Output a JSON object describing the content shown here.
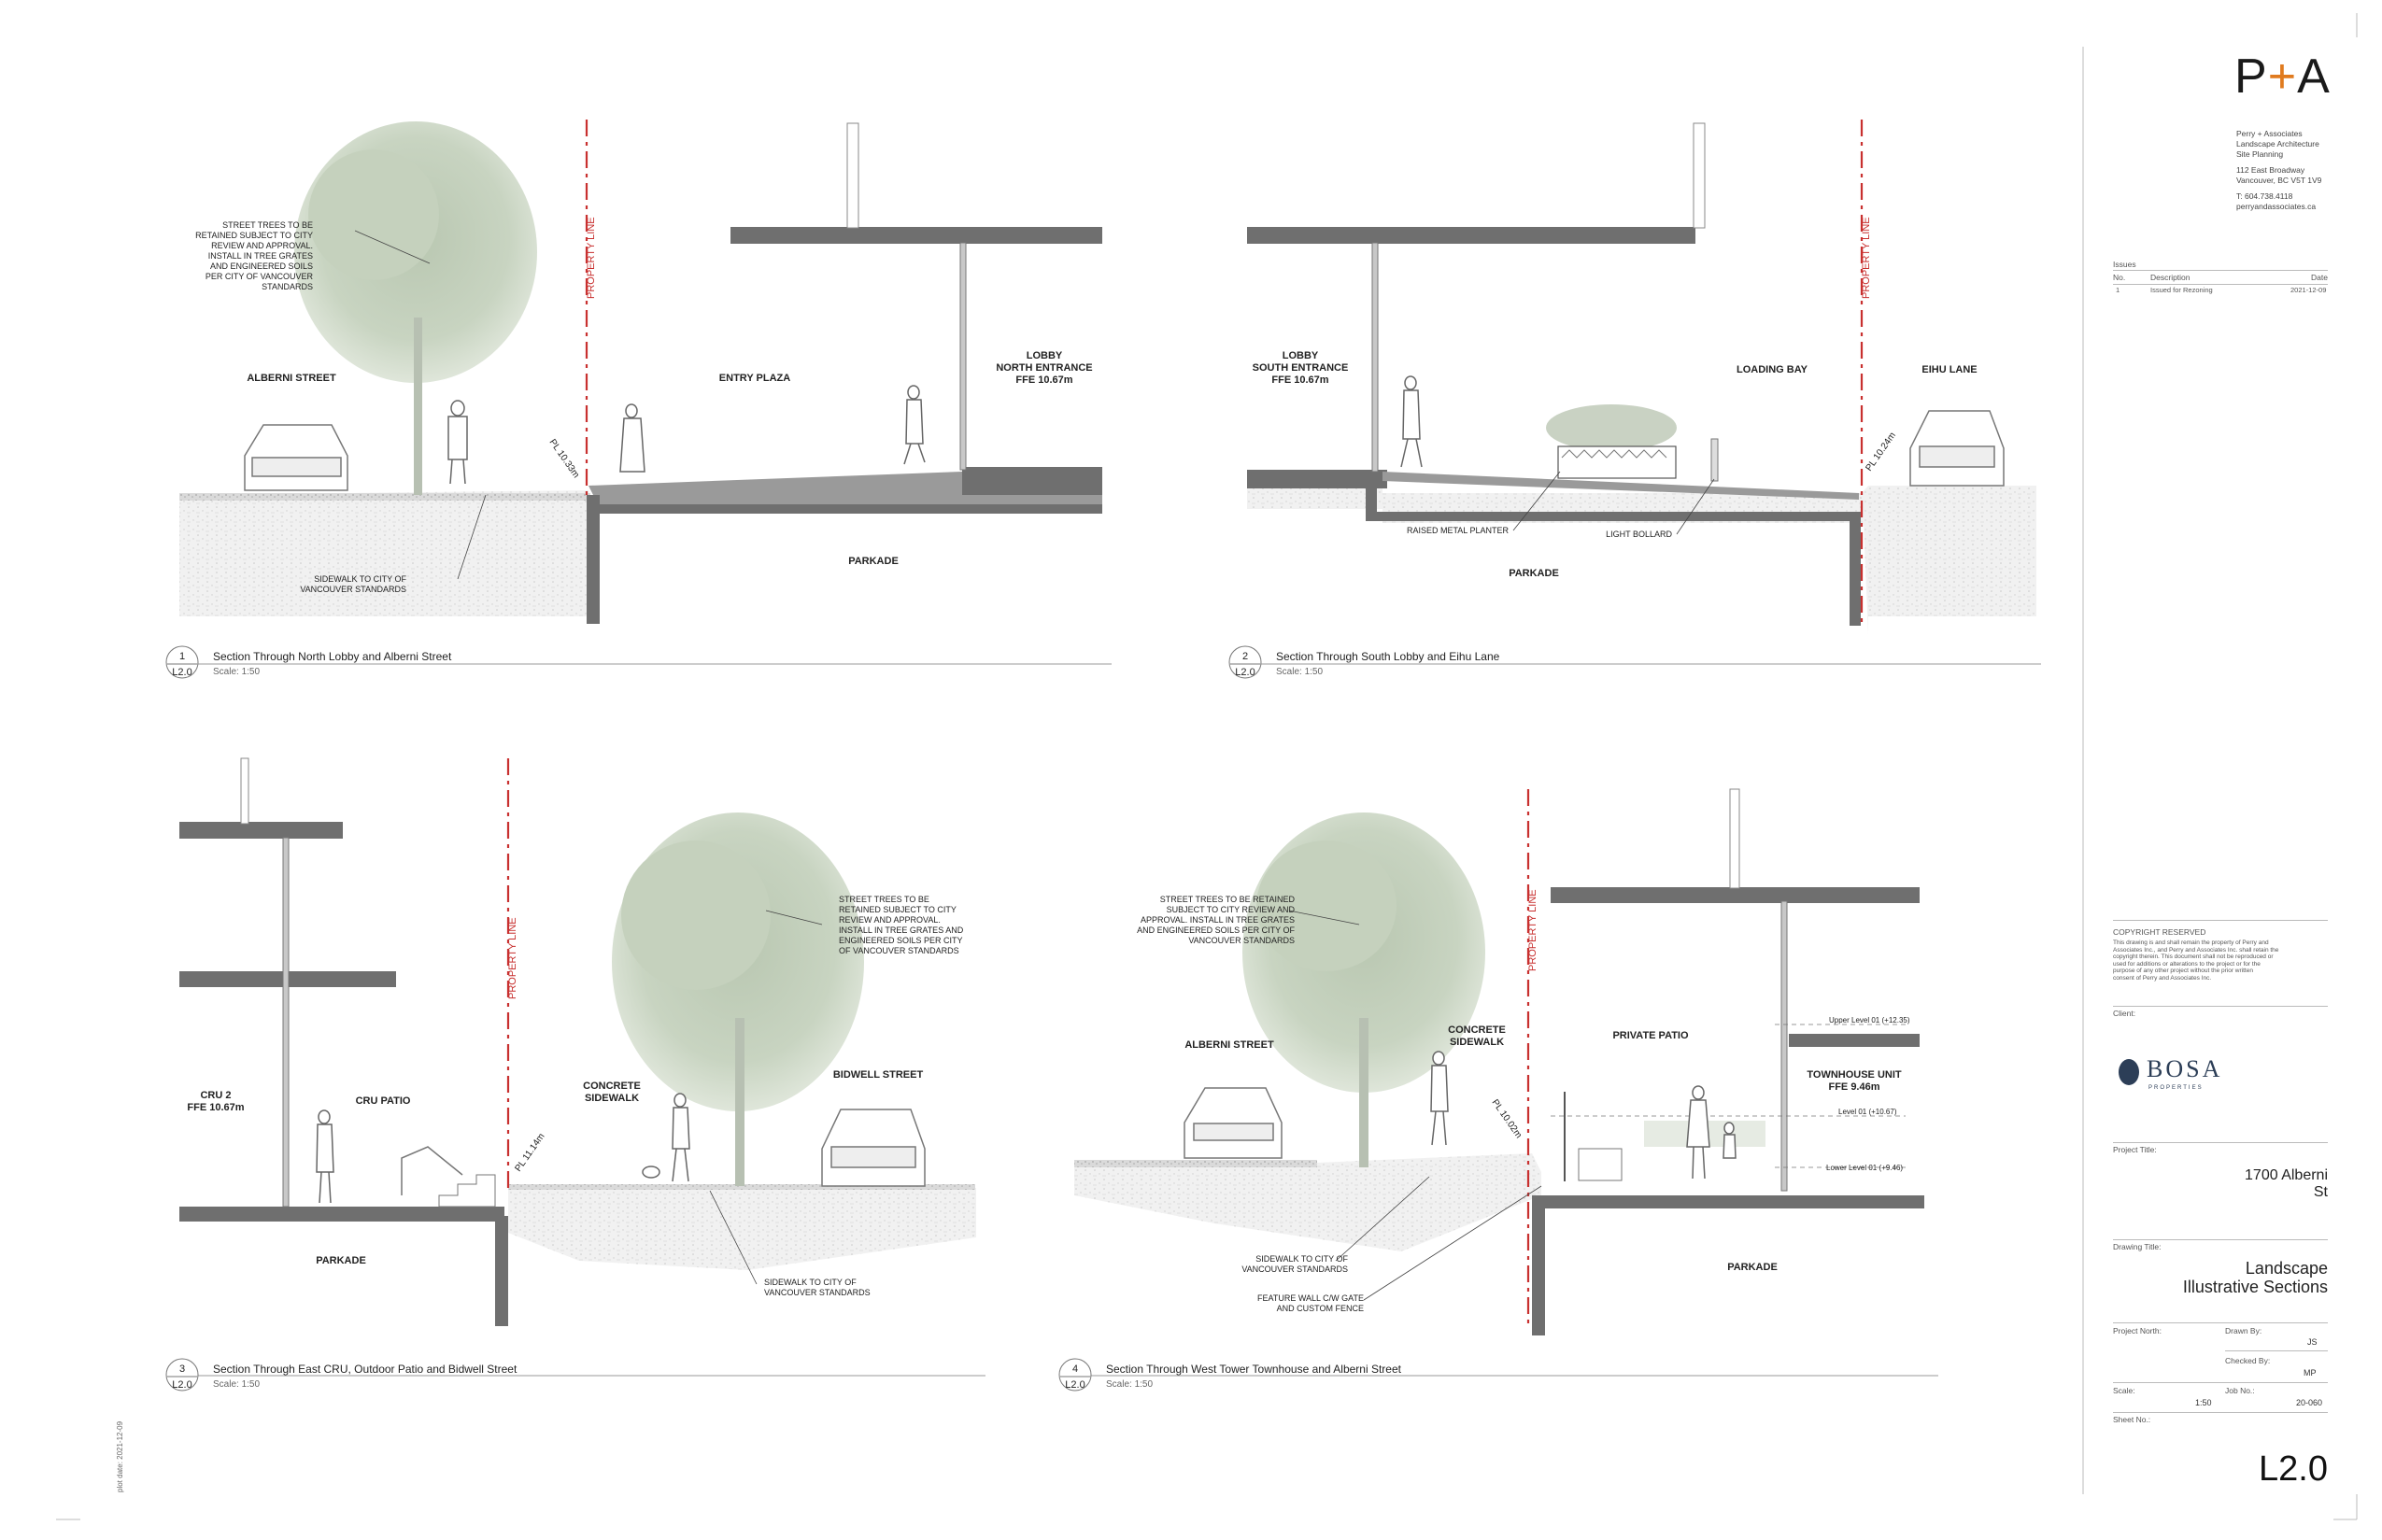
{
  "firm": {
    "logo_p": "P",
    "logo_plus": "+",
    "logo_a": "A",
    "lines": [
      "Perry + Associates",
      "Landscape Architecture",
      "Site Planning"
    ],
    "address": [
      "112 East Broadway",
      "Vancouver, BC V5T 1V9"
    ],
    "contact": [
      "T: 604.738.4118",
      "perryandassociates.ca"
    ]
  },
  "issues": {
    "heading": "Issues",
    "col_no": "No.",
    "col_desc": "Description",
    "col_date": "Date",
    "rows": [
      {
        "no": "1",
        "desc": "Issued for Rezoning",
        "date": "2021-12-09"
      }
    ]
  },
  "copyright": {
    "heading": "COPYRIGHT RESERVED",
    "text": [
      "This drawing is and shall remain the property of Perry and",
      "Associates Inc., and Perry and Associates Inc. shall retain the",
      "copyright therein. This document shall not be reproduced or",
      "used for additions or alterations to the project or for the",
      "purpose of any other project without the prior written",
      "consent of Perry and Associates Inc."
    ]
  },
  "client": {
    "label": "Client:",
    "name": "BOSA",
    "sub": "PROPERTIES"
  },
  "project": {
    "label": "Project Title:",
    "name": "1700 Alberni St"
  },
  "drawing": {
    "label": "Drawing Title:",
    "line1": "Landscape",
    "line2": "Illustrative Sections"
  },
  "fields": {
    "project_north": "Project North:",
    "drawn_by_label": "Drawn By:",
    "drawn_by": "JS",
    "checked_by_label": "Checked By:",
    "checked_by": "MP",
    "scale_label": "Scale:",
    "scale": "1:50",
    "job_label": "Job No.:",
    "job": "20-060",
    "sheet_label": "Sheet No.:",
    "sheet": "L2.0"
  },
  "plot_date": "plot date: 2021-12-09",
  "sections": [
    {
      "num": "1",
      "ref": "L2.0",
      "title": "Section Through North Lobby and Alberni Street",
      "scale": "Scale: 1:50",
      "labels": {
        "street": "ALBERNI STREET",
        "plaza": "ENTRY PLAZA",
        "lobby": [
          "LOBBY",
          "NORTH ENTRANCE",
          "FFE 10.67m"
        ],
        "parkade": "PARKADE",
        "property_line": "PROPERTY LINE",
        "pl": "PL 10.33m",
        "trees_note": [
          "STREET TREES TO BE",
          "RETAINED SUBJECT TO CITY",
          "REVIEW AND APPROVAL.",
          "INSTALL IN TREE GRATES",
          "AND ENGINEERED SOILS",
          "PER CITY OF VANCOUVER",
          "STANDARDS"
        ],
        "sidewalk_note": [
          "SIDEWALK TO CITY OF",
          "VANCOUVER STANDARDS"
        ]
      }
    },
    {
      "num": "2",
      "ref": "L2.0",
      "title": "Section Through South Lobby and Eihu Lane",
      "scale": "Scale: 1:50",
      "labels": {
        "lobby": [
          "LOBBY",
          "SOUTH ENTRANCE",
          "FFE 10.67m"
        ],
        "loading": "LOADING BAY",
        "lane": "EIHU LANE",
        "parkade": "PARKADE",
        "property_line": "PROPERTY LINE",
        "pl": "PL 10.24m",
        "planter": "RAISED METAL PLANTER",
        "bollard": "LIGHT BOLLARD"
      }
    },
    {
      "num": "3",
      "ref": "L2.0",
      "title": "Section Through East CRU, Outdoor Patio and Bidwell Street",
      "scale": "Scale: 1:50",
      "labels": {
        "cru": [
          "CRU 2",
          "FFE 10.67m"
        ],
        "patio": "CRU PATIO",
        "sidewalk": [
          "CONCRETE",
          "SIDEWALK"
        ],
        "street": "BIDWELL STREET",
        "parkade": "PARKADE",
        "property_line": "PROPERTY LINE",
        "pl": "PL 11.14m",
        "trees_note": [
          "STREET TREES TO BE",
          "RETAINED SUBJECT TO CITY",
          "REVIEW AND APPROVAL.",
          "INSTALL IN TREE GRATES AND",
          "ENGINEERED SOILS PER CITY",
          "OF VANCOUVER STANDARDS"
        ],
        "sidewalk_note": [
          "SIDEWALK TO CITY OF",
          "VANCOUVER STANDARDS"
        ]
      }
    },
    {
      "num": "4",
      "ref": "L2.0",
      "title": "Section Through West Tower Townhouse and Alberni Street",
      "scale": "Scale: 1:50",
      "labels": {
        "street": "ALBERNI STREET",
        "sidewalk": [
          "CONCRETE",
          "SIDEWALK"
        ],
        "patio": "PRIVATE PATIO",
        "unit": [
          "TOWNHOUSE UNIT",
          "FFE 9.46m"
        ],
        "upper": "Upper Level 01 (+12.35)",
        "level": "Level 01 (+10.67)",
        "lower": "Lower Level 01 (+9.46)",
        "parkade": "PARKADE",
        "property_line": "PROPERTY LINE",
        "pl": "PL 10.02m",
        "trees_note": [
          "STREET TREES TO BE RETAINED",
          "SUBJECT TO CITY REVIEW AND",
          "APPROVAL. INSTALL IN TREE GRATES",
          "AND ENGINEERED SOILS PER CITY OF",
          "VANCOUVER STANDARDS"
        ],
        "sidewalk_note": [
          "SIDEWALK TO CITY OF",
          "VANCOUVER STANDARDS"
        ],
        "fence_note": [
          "FEATURE WALL C/W GATE",
          "AND CUSTOM FENCE"
        ]
      }
    }
  ]
}
